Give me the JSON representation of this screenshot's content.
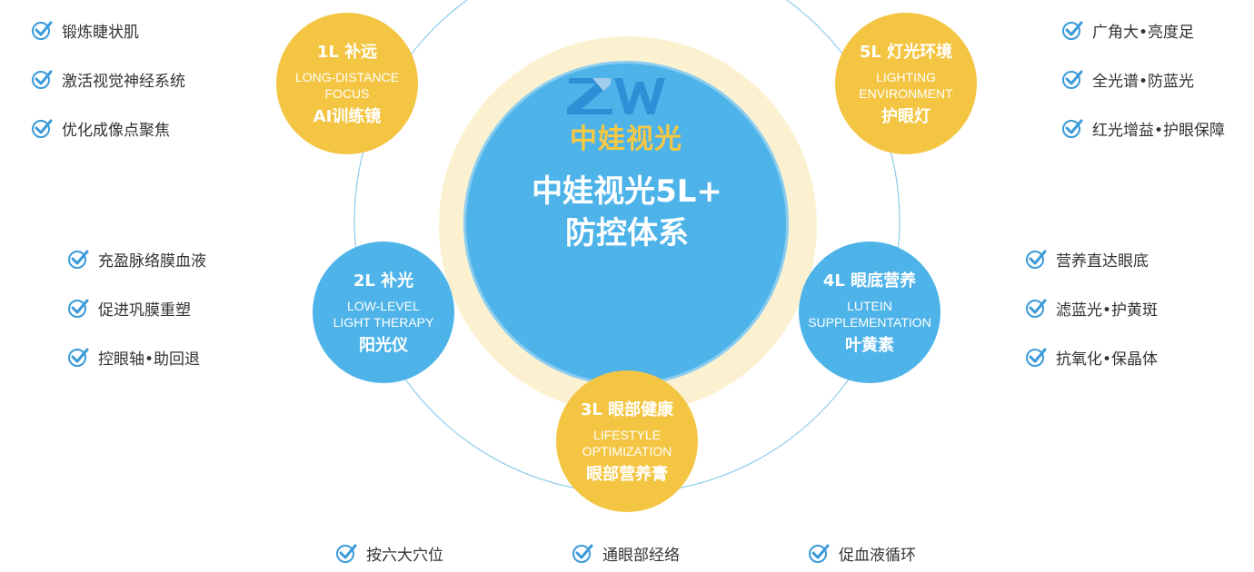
{
  "colors": {
    "blue": "#4eb3e8",
    "yellow": "#f4c542",
    "check": "#3a9ad9",
    "ring": "#8ccbea"
  },
  "brand": {
    "logo_text": "ZW",
    "name": "中娃视光"
  },
  "center": {
    "title_line1": "中娃视光5L+",
    "title_line2": "防控体系"
  },
  "nodes": [
    {
      "id": "1L",
      "title": "1L 补远",
      "en_line1": "LONG-DISTANCE",
      "en_line2": "FOCUS",
      "cn": "AI训练镜",
      "color": "yellow"
    },
    {
      "id": "2L",
      "title": "2L 补光",
      "en_line1": "LOW-LEVEL",
      "en_line2": "LIGHT THERAPY",
      "cn": "阳光仪",
      "color": "blue"
    },
    {
      "id": "3L",
      "title": "3L 眼部健康",
      "en_line1": "LIFESTYLE",
      "en_line2": "OPTIMIZATION",
      "cn": "眼部营养膏",
      "color": "yellow"
    },
    {
      "id": "4L",
      "title": "4L 眼底营养",
      "en_line1": "LUTEIN",
      "en_line2": "SUPPLEMENTATION",
      "cn": "叶黄素",
      "color": "blue"
    },
    {
      "id": "5L",
      "title": "5L 灯光环境",
      "en_line1": "LIGHTING",
      "en_line2": "ENVIRONMENT",
      "cn": "护眼灯",
      "color": "yellow"
    }
  ],
  "benefits": {
    "top_left": [
      "锻炼睫状肌",
      "激活视觉神经系统",
      "优化成像点聚焦"
    ],
    "mid_left": [
      "充盈脉络膜血液",
      "促进巩膜重塑",
      "控眼轴•助回退"
    ],
    "top_right": [
      "广角大•亮度足",
      "全光谱•防蓝光",
      "红光增益•护眼保障"
    ],
    "mid_right": [
      "营养直达眼底",
      "滤蓝光•护黄斑",
      "抗氧化•保晶体"
    ],
    "bottom": [
      "按六大穴位",
      "通眼部经络",
      "促血液循环"
    ]
  }
}
